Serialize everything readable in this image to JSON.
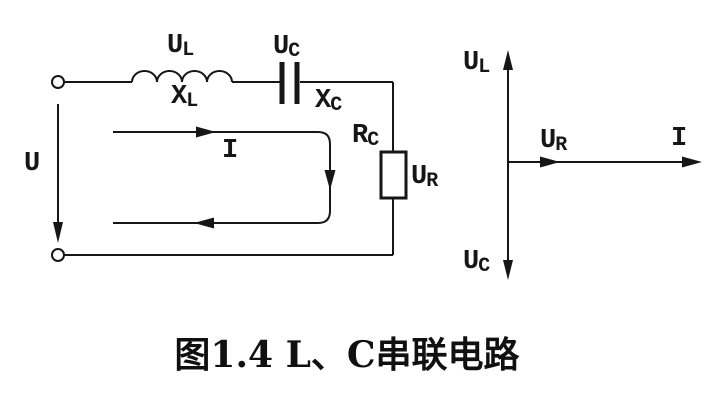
{
  "figure": {
    "caption": "图1.4  L、C串联电路"
  },
  "colors": {
    "ink": "#161616",
    "background": "#ffffff"
  },
  "circuit": {
    "labels": {
      "source_voltage": {
        "main": "U",
        "sub": ""
      },
      "inductor_voltage": {
        "main": "U",
        "sub": "L"
      },
      "inductor_reactance": {
        "main": "X",
        "sub": "L"
      },
      "capacitor_voltage": {
        "main": "U",
        "sub": "C"
      },
      "capacitor_reactance": {
        "main": "X",
        "sub": "C"
      },
      "resistor_name": {
        "main": "R",
        "sub": "C"
      },
      "resistor_voltage": {
        "main": "U",
        "sub": "R"
      },
      "current": {
        "main": "I",
        "sub": ""
      }
    }
  },
  "phasor": {
    "labels": {
      "inductor_voltage": {
        "main": "U",
        "sub": "L"
      },
      "capacitor_voltage": {
        "main": "U",
        "sub": "C"
      },
      "resistor_voltage": {
        "main": "U",
        "sub": "R"
      },
      "current": {
        "main": "I",
        "sub": ""
      }
    }
  }
}
